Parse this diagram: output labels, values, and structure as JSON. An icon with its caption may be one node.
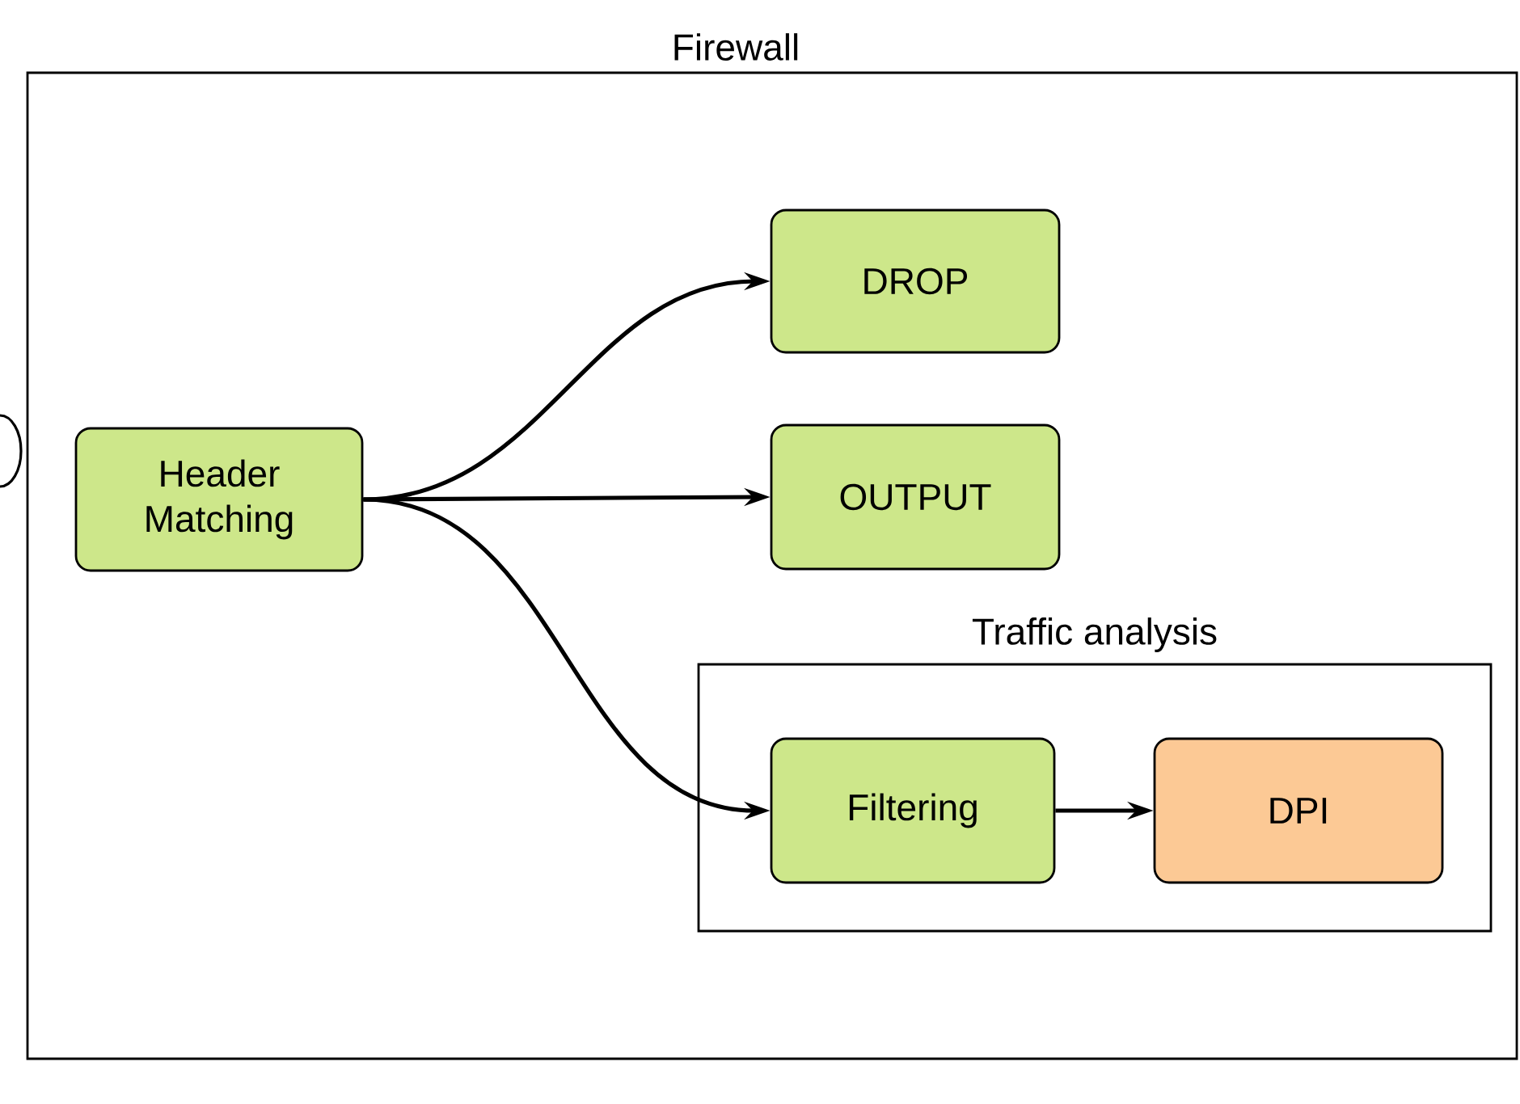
{
  "diagram": {
    "nodes": [
      {
        "text": [
          "Firewall"
        ]
      },
      {
        "text": [
          "Header Matching"
        ],
        "in": 0
      },
      {
        "text": [
          "DROP"
        ],
        "in": 0
      },
      {
        "text": [
          "OUTPUT"
        ],
        "in": 0
      },
      {
        "text": [
          "Traffic analysis"
        ],
        "in": 0
      },
      {
        "text": [
          "Filtering"
        ],
        "in": 4
      },
      {
        "text": [
          "DPI"
        ],
        "in": 4
      }
    ],
    "edges": [
      {
        "from": 1,
        "to": 2,
        "arrow": "to"
      },
      {
        "from": 1,
        "to": 3,
        "arrow": "to"
      },
      {
        "from": 1,
        "to": 5,
        "arrow": "to"
      },
      {
        "from": 5,
        "to": 6,
        "arrow": "to"
      }
    ]
  }
}
